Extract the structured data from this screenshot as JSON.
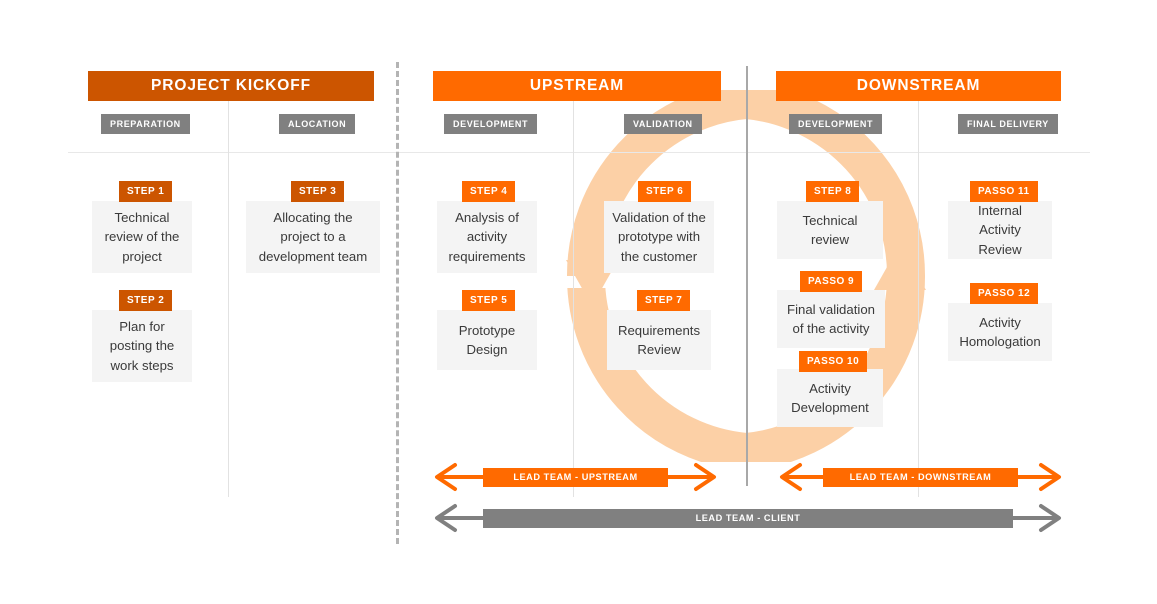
{
  "colors": {
    "orange_dark": "#CC5500",
    "orange_bright": "#FF6A00",
    "ring_peach": "#FCD0A6",
    "gray_badge": "#808080",
    "card_bg": "#F4F4F4",
    "divider": "#E2E2E2",
    "divider_strong": "#A8A8A8",
    "dashed": "#B4B4B4",
    "text": "#3A3A3A"
  },
  "phases": [
    {
      "id": "project-kickoff",
      "label": "PROJECT KICKOFF"
    },
    {
      "id": "upstream",
      "label": "UPSTREAM"
    },
    {
      "id": "downstream",
      "label": "DOWNSTREAM"
    }
  ],
  "columns": [
    {
      "id": "preparation",
      "label": "PREPARATION"
    },
    {
      "id": "alocation",
      "label": "ALOCATION"
    },
    {
      "id": "development-upstream",
      "label": "DEVELOPMENT"
    },
    {
      "id": "validation",
      "label": "VALIDATION"
    },
    {
      "id": "development-downstream",
      "label": "DEVELOPMENT"
    },
    {
      "id": "final-delivery",
      "label": "FINAL DELIVERY"
    }
  ],
  "steps": [
    {
      "badge": "STEP 1",
      "text": "Technical review of the project"
    },
    {
      "badge": "STEP 2",
      "text": "Plan for posting the work steps"
    },
    {
      "badge": "STEP 3",
      "text": "Allocating the project to a development team"
    },
    {
      "badge": "STEP 4",
      "text": "Analysis of activity requirements"
    },
    {
      "badge": "STEP 5",
      "text": "Prototype Design"
    },
    {
      "badge": "STEP 6",
      "text": "Validation of the prototype with the customer"
    },
    {
      "badge": "STEP 7",
      "text": "Requirements Review"
    },
    {
      "badge": "STEP 8",
      "text": "Technical review"
    },
    {
      "badge": "PASSO 9",
      "text": "Final validation of the activity"
    },
    {
      "badge": "PASSO 10",
      "text": "Activity Development"
    },
    {
      "badge": "PASSO 11",
      "text": "Internal Activity Review"
    },
    {
      "badge": "PASSO 12",
      "text": "Activity Homologation"
    }
  ],
  "lead_bars": [
    {
      "id": "lead-team-upstream",
      "label": "LEAD TEAM - UPSTREAM"
    },
    {
      "id": "lead-team-downstream",
      "label": "LEAD TEAM - DOWNSTREAM"
    },
    {
      "id": "lead-team-client",
      "label": "LEAD TEAM - CLIENT"
    }
  ],
  "cycle": {
    "name": "iterative-cycle-arrow",
    "direction": "clockwise-down-left-up-right"
  }
}
